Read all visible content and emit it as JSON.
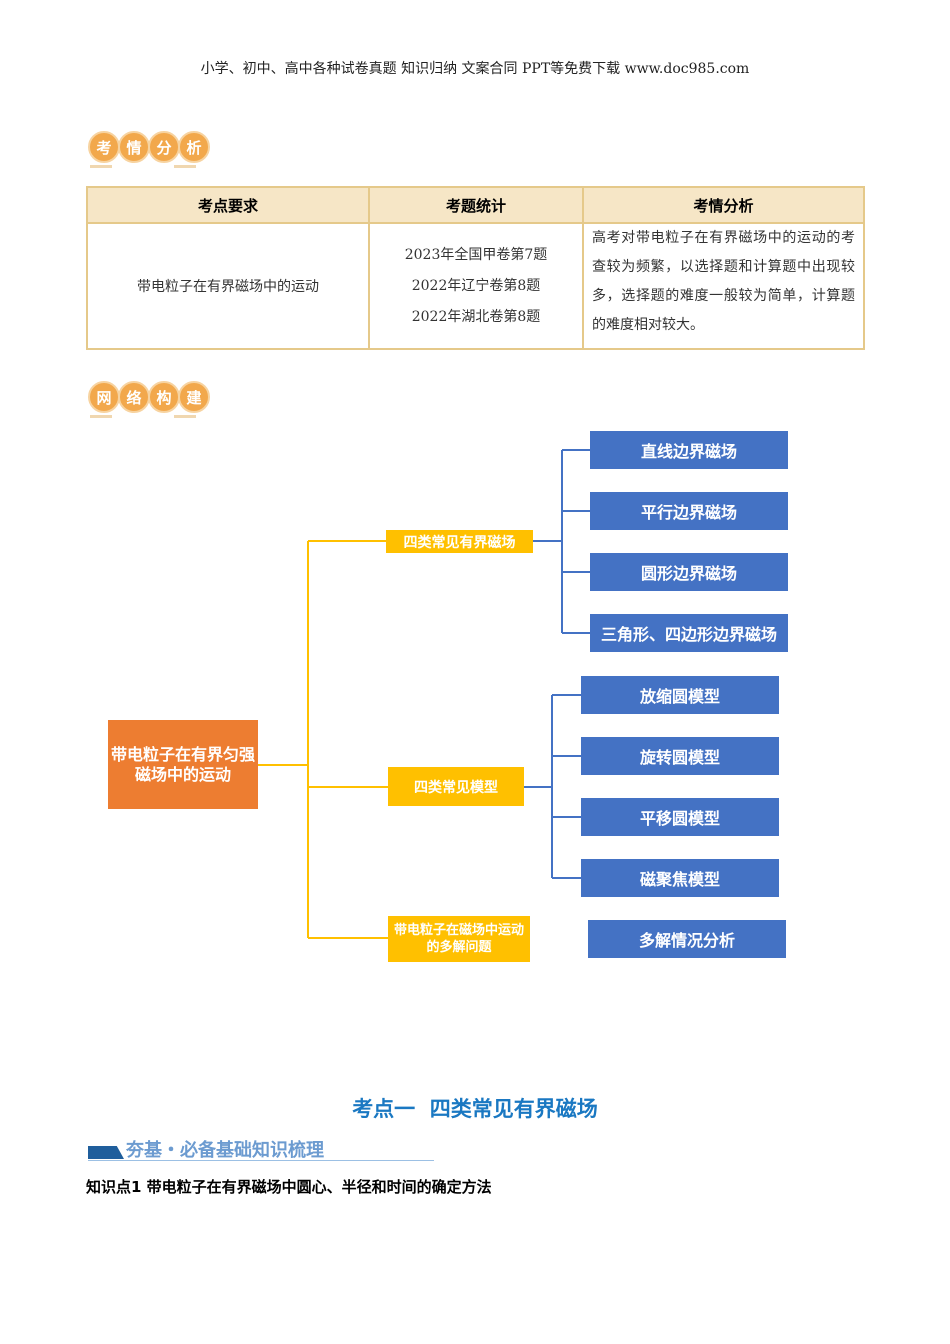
{
  "header": {
    "text": "小学、初中、高中各种试卷真题  知识归纳  文案合同  PPT等免费下载     www.doc985.com"
  },
  "section1": {
    "badge": [
      "考",
      "情",
      "分",
      "析"
    ]
  },
  "table": {
    "headers": [
      "考点要求",
      "考题统计",
      "考情分析"
    ],
    "requirement": "带电粒子在有界磁场中的运动",
    "stats": [
      "2023年全国甲卷第7题",
      "2022年辽宁卷第8题",
      "2022年湖北卷第8题"
    ],
    "analysis": "高考对带电粒子在有界磁场中的运动的考查较为频繁，以选择题和计算题中出现较多，选择题的难度一般较为简单，计算题的难度相对较大。"
  },
  "section2": {
    "badge": [
      "网",
      "络",
      "构",
      "建"
    ]
  },
  "mindmap": {
    "root": "带电粒子在有界匀强磁场中的运动",
    "branches": [
      "四类常见有界磁场",
      "四类常见模型",
      "带电粒子在磁场中运动的多解问题"
    ],
    "fields": [
      "直线边界磁场",
      "平行边界磁场",
      "圆形边界磁场",
      "三角形、四边形边界磁场"
    ],
    "models": [
      "放缩圆模型",
      "旋转圆模型",
      "平移圆模型",
      "磁聚焦模型"
    ],
    "multi": "多解情况分析"
  },
  "topic": {
    "title": "考点一  四类常见有界磁场",
    "subtitle": "夯基・必备基础知识梳理",
    "point": "知识点1 带电粒子在有界磁场中圆心、半径和时间的确定方法"
  }
}
